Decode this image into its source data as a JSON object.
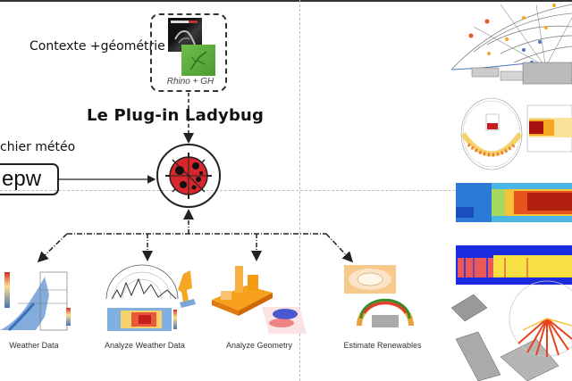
{
  "diagram": {
    "context_label": "Contexte +géométrie",
    "rhino_caption": "Rhino + GH",
    "plugin_title": "Le Plug-in Ladybug",
    "weather_file_label": "chier météo",
    "weather_file_ext": "epw",
    "hub_icon": "ladybug-icon",
    "outputs": [
      {
        "label": "Weather Data",
        "icon": "psychrometric-chart-thumbnail"
      },
      {
        "label": "Analyze Weather Data",
        "icon": "sky-dome-thumbnail"
      },
      {
        "label": "Analyze Geometry",
        "icon": "geometry-analysis-thumbnail"
      },
      {
        "label": "Estimate Renewables",
        "icon": "renewables-thumbnail"
      }
    ],
    "colors": {
      "ladybug_red": "#d8262c",
      "arrow": "#222222",
      "guide": "#bbbbbb",
      "gh_green": "#5cae3c"
    }
  },
  "right_panel": {
    "images": [
      {
        "name": "sun-path-3d-thumbnail"
      },
      {
        "name": "sun-path-radiation-thumbnail"
      },
      {
        "name": "annual-heatmap-thumbnail"
      },
      {
        "name": "annual-sunlight-heatmap-thumbnail"
      },
      {
        "name": "wind-rose-site-thumbnail"
      }
    ]
  }
}
